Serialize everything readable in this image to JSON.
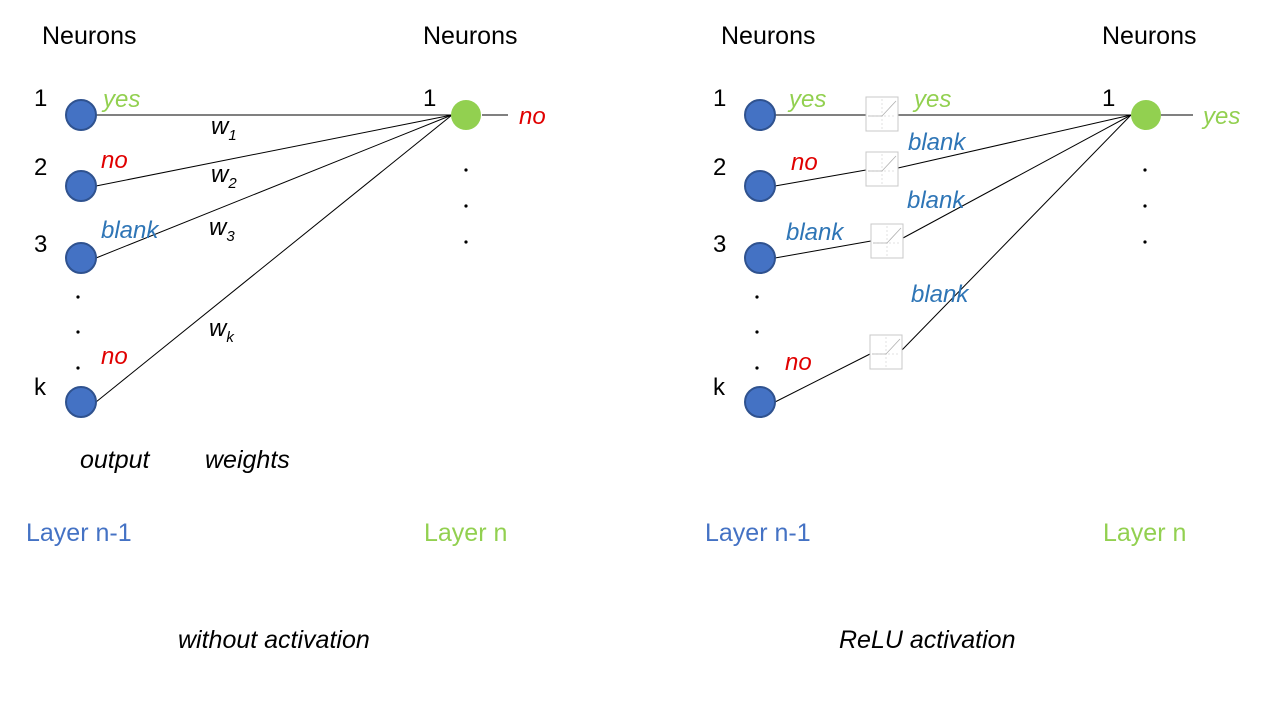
{
  "colors": {
    "blue": "#4472c4",
    "green": "#92d050",
    "red": "#e00000",
    "label_blue": "#2e75b6",
    "black": "#000000"
  },
  "left": {
    "header_prev": "Neurons",
    "header_next": "Neurons",
    "indices": [
      "1",
      "2",
      "3",
      "k"
    ],
    "next_index": "1",
    "outputs": [
      "yes",
      "no",
      "blank",
      "no"
    ],
    "next_output": "no",
    "weights": [
      {
        "base": "w",
        "sub": "1"
      },
      {
        "base": "w",
        "sub": "2"
      },
      {
        "base": "w",
        "sub": "3"
      },
      {
        "base": "w",
        "sub": "k"
      }
    ],
    "output_caption": "output",
    "weights_caption": "weights",
    "layer_prev": "Layer n-1",
    "layer_next": "Layer n",
    "caption": "without activation"
  },
  "right": {
    "header_prev": "Neurons",
    "header_next": "Neurons",
    "indices": [
      "1",
      "2",
      "3",
      "k"
    ],
    "next_index": "1",
    "outputs": [
      "yes",
      "no",
      "blank",
      "no"
    ],
    "activated": [
      "yes",
      "blank",
      "blank",
      "blank"
    ],
    "next_output": "yes",
    "layer_prev": "Layer n-1",
    "layer_next": "Layer n",
    "caption": "ReLU activation"
  }
}
